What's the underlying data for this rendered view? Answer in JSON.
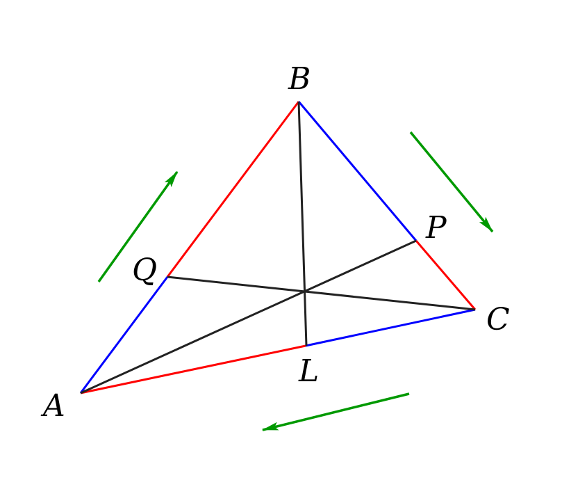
{
  "points": {
    "A": "A",
    "B": "B",
    "C": "C",
    "P": "P",
    "Q": "Q",
    "L": "L"
  },
  "colors": {
    "red": "#ff0000",
    "blue": "#0000ff",
    "black": "#222222",
    "green": "#009900"
  }
}
